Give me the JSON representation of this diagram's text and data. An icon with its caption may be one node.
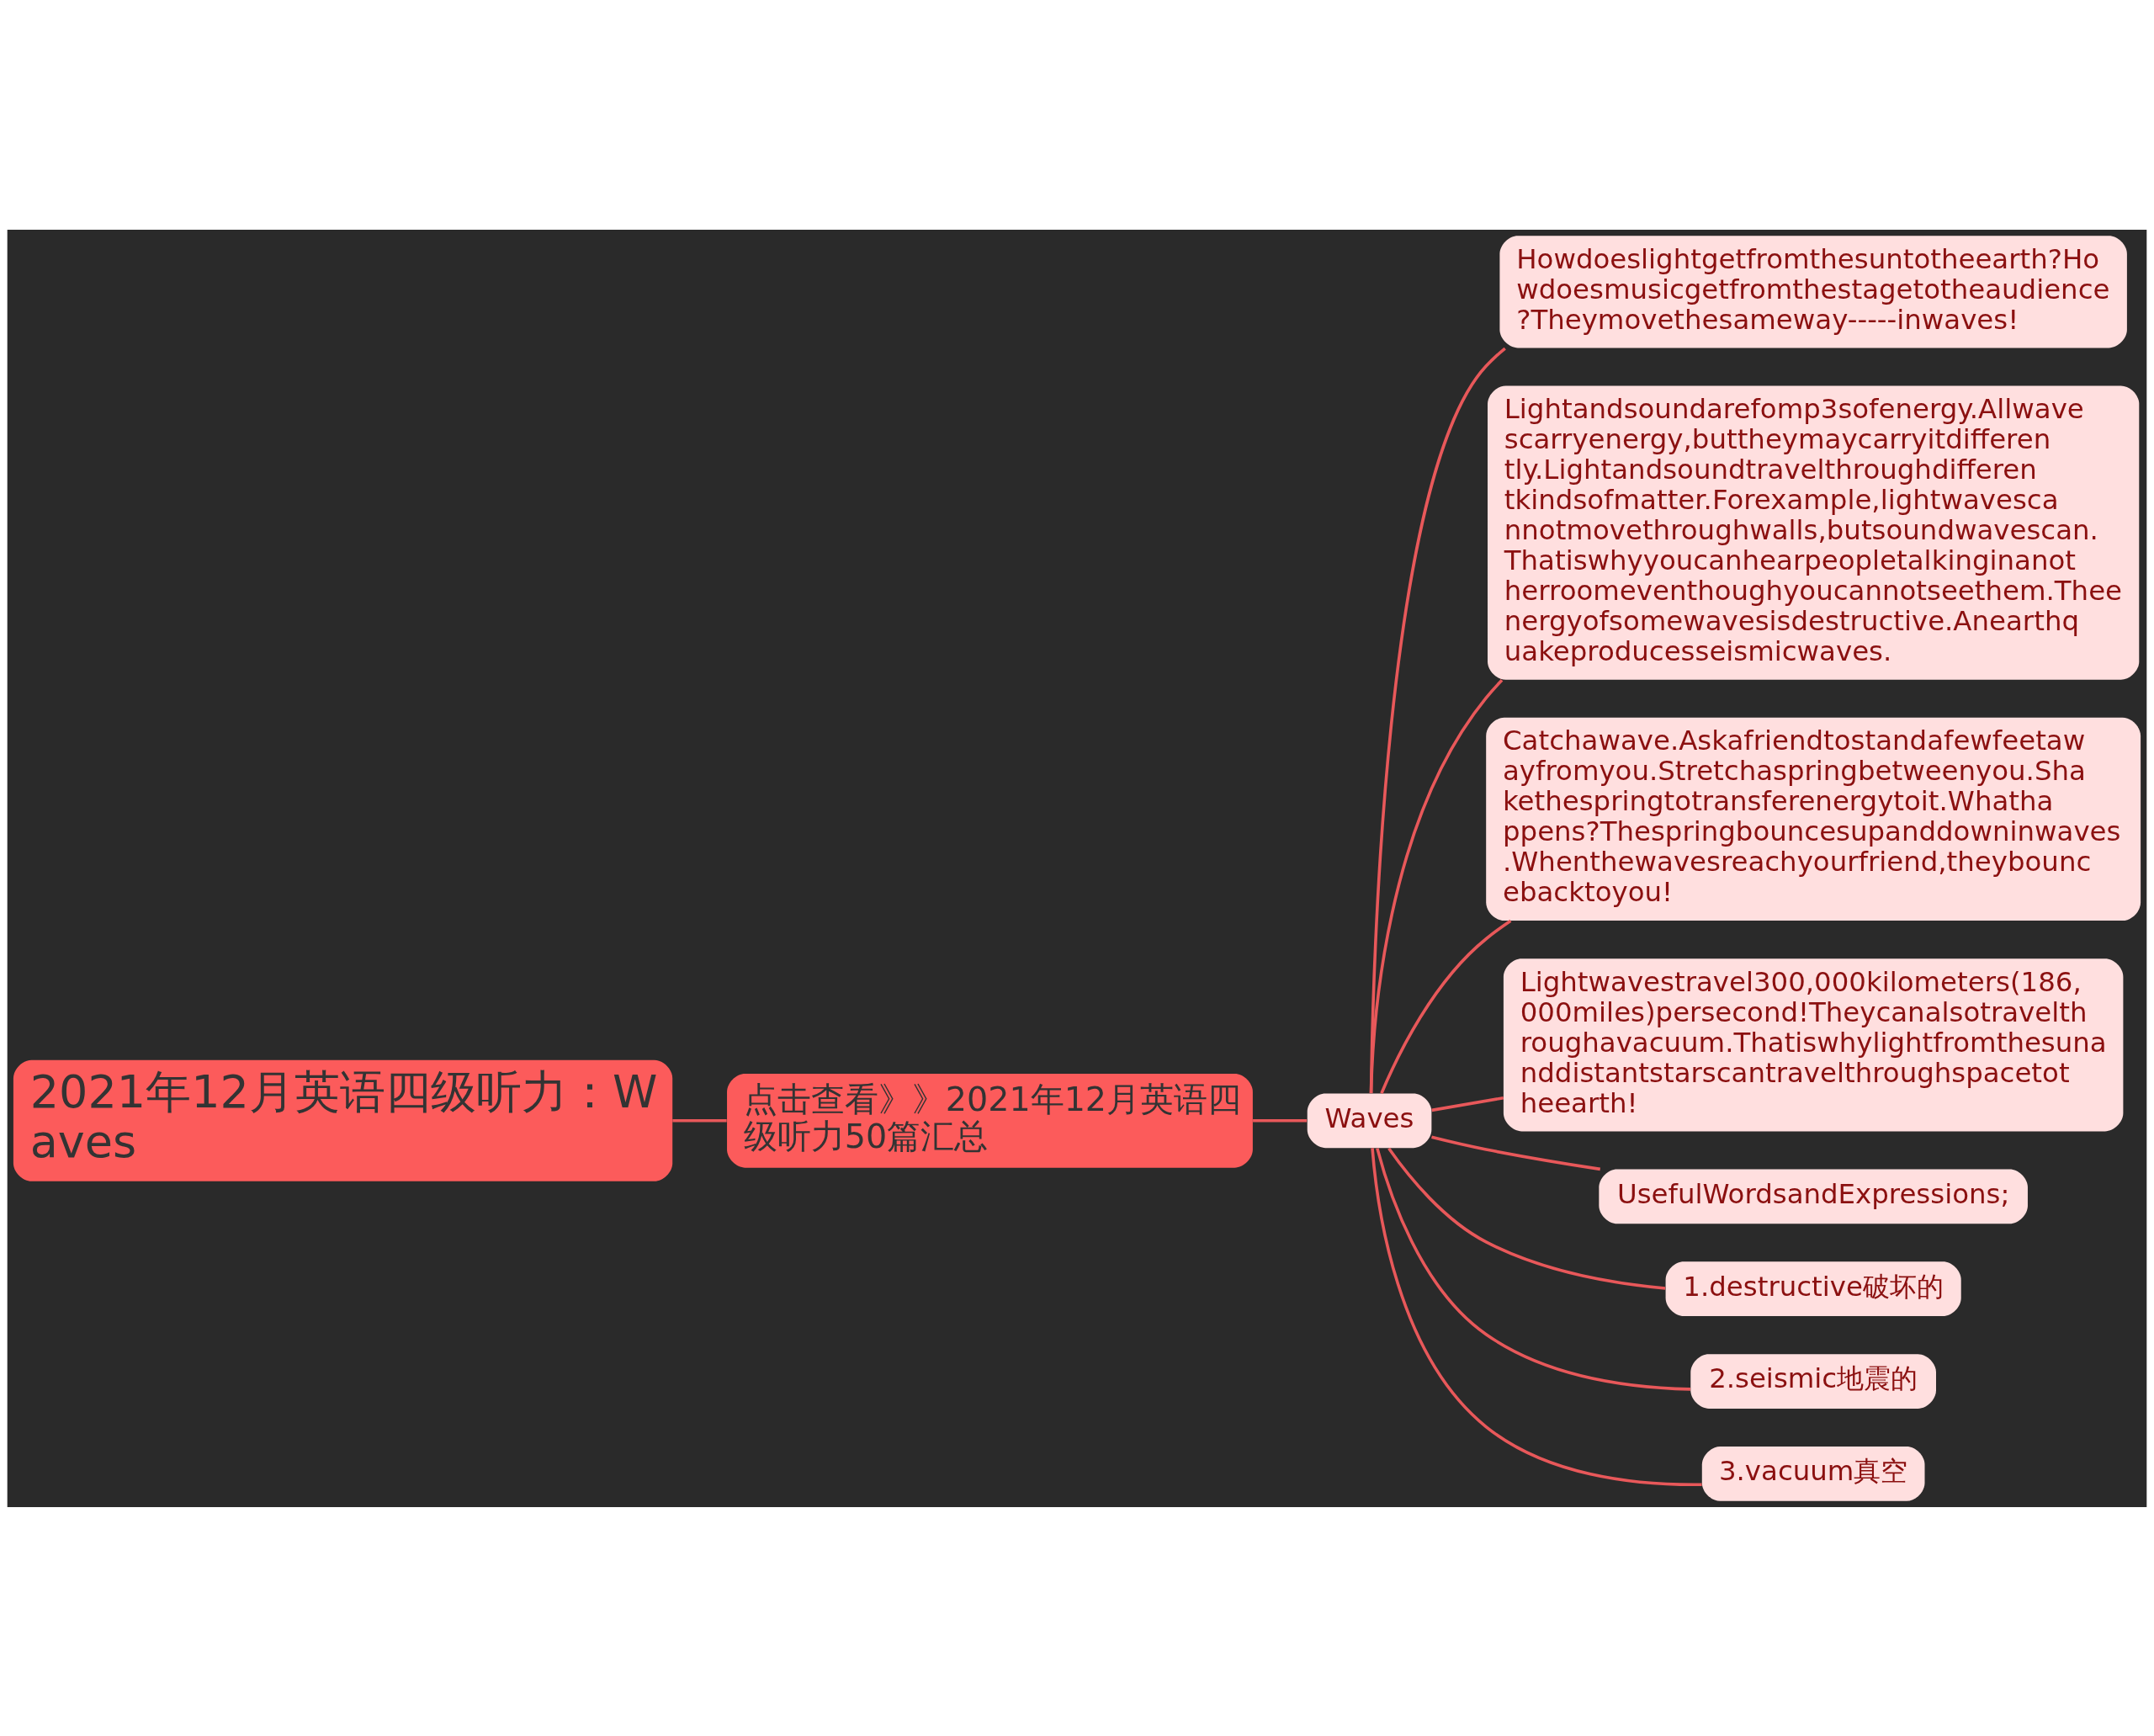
{
  "diagram": {
    "nodes": [
      {
        "text": [
          "2021年12月英语四级听力：Waves"
        ]
      },
      {
        "text": [
          "点击查看》》2021年12月英语四级听力50篇汇总"
        ]
      },
      {
        "text": [
          "Waves"
        ]
      },
      {
        "text": [
          "Howdoeslightgetfromthesuntotheearth?Howdoesmusicgetfromthestagetotheaudience?Theymovethesameway-----inwaves!"
        ]
      },
      {
        "text": [
          "Lightandsoundarefomp3sofenergy.Allwavescarryenergy,buttheymaycarryitdifferently.Lightandsoundtravelthroughdifferentkindsofmatter.Forexample,lightwavescannotmovethroughwalls,butsoundwavescan.Thatiswhyyoucanhearpeopletalkinginanotherroomeventhoughyoucannotseethem.Theenergyofsomewavesisdestructive.Anearthquakeproducesseismicwaves."
        ]
      },
      {
        "text": [
          "Catchawave.Askafriendtostandafewfeetawayfromyou.Stretchaspringbetweenyou.Shakethespringtotransferenergytoit.Whathappens?Thespringbouncesupanddowninwaves.Whenthewavesreachyourfriend,theybouncebacktoyou!"
        ]
      },
      {
        "text": [
          "Lightwavestravel300,000kilometers(186,000miles)persecond!Theycanalsotravelthroughavacuum.Thatiswhylightfromthesunanddistantstarscantravelthroughspacetotheearth!"
        ]
      },
      {
        "text": [
          "UsefulWordsandExpressions;"
        ]
      },
      {
        "text": [
          "1.destructive破坏的"
        ]
      },
      {
        "text": [
          "2.seismic地震的"
        ]
      },
      {
        "text": [
          "3.vacuum真空"
        ]
      }
    ],
    "edges": [
      {
        "from": 0,
        "to": 1,
        "arrow": "none"
      },
      {
        "from": 1,
        "to": 2,
        "arrow": "none"
      },
      {
        "from": 2,
        "to": 3,
        "arrow": "none"
      },
      {
        "from": 2,
        "to": 4,
        "arrow": "none"
      },
      {
        "from": 2,
        "to": 5,
        "arrow": "none"
      },
      {
        "from": 2,
        "to": 6,
        "arrow": "none"
      },
      {
        "from": 2,
        "to": 7,
        "arrow": "none"
      },
      {
        "from": 2,
        "to": 8,
        "arrow": "none"
      },
      {
        "from": 2,
        "to": 9,
        "arrow": "none"
      },
      {
        "from": 2,
        "to": 10,
        "arrow": "none"
      }
    ]
  }
}
